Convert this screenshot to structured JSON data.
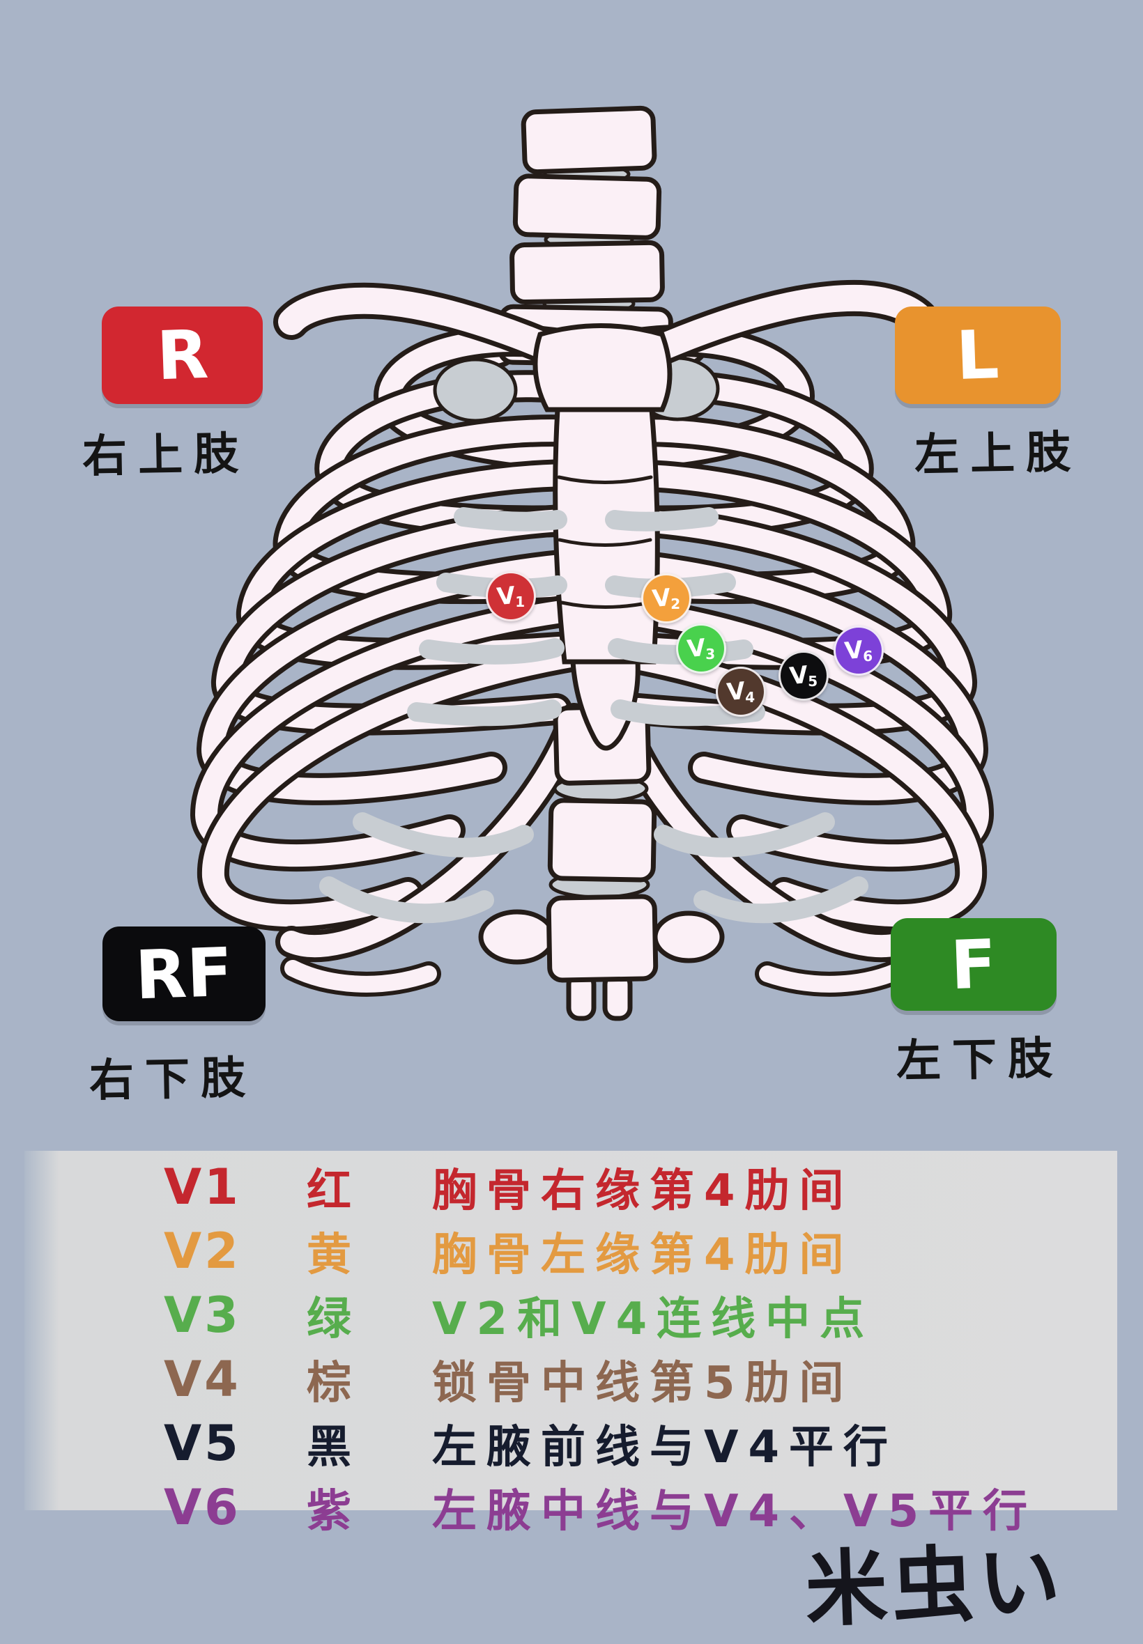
{
  "colors": {
    "background": "#a9b4c7",
    "panel": "#dcdcdd",
    "bone": "#fbf0f6",
    "cartilage": "#c8cdd2",
    "outline": "#241c18"
  },
  "limb_electrodes": [
    {
      "code": "R",
      "caption": "右上肢",
      "color": "#d22730"
    },
    {
      "code": "L",
      "caption": "左上肢",
      "color": "#e8932e"
    },
    {
      "code": "RF",
      "caption": "右下肢",
      "color": "#0b0b0d"
    },
    {
      "code": "F",
      "caption": "左下肢",
      "color": "#2e8a24"
    }
  ],
  "chest_electrodes": [
    {
      "letter": "V",
      "number": "1",
      "color": "#cf3136"
    },
    {
      "letter": "V",
      "number": "2",
      "color": "#f3a03c"
    },
    {
      "letter": "V",
      "number": "3",
      "color": "#49d14d"
    },
    {
      "letter": "V",
      "number": "4",
      "color": "#52392d"
    },
    {
      "letter": "V",
      "number": "5",
      "color": "#0d0d0f"
    },
    {
      "letter": "V",
      "number": "6",
      "color": "#7d41d8"
    }
  ],
  "legend": {
    "rows": [
      {
        "lead": "V1",
        "color_name": "红",
        "placement": "胸骨右缘第4肋间",
        "hex": "#c4272e"
      },
      {
        "lead": "V2",
        "color_name": "黄",
        "placement": "胸骨左缘第4肋间",
        "hex": "#e39a41"
      },
      {
        "lead": "V3",
        "color_name": "绿",
        "placement": "V2和V4连线中点",
        "hex": "#57ad4d"
      },
      {
        "lead": "V4",
        "color_name": "棕",
        "placement": "锁骨中线第5肋间",
        "hex": "#8d6750"
      },
      {
        "lead": "V5",
        "color_name": "黑",
        "placement": "左腋前线与V4平行",
        "hex": "#161c2e"
      },
      {
        "lead": "V6",
        "color_name": "紫",
        "placement": "左腋中线与V4、V5平行",
        "hex": "#8c3d92"
      }
    ]
  },
  "signature": "米虫い"
}
